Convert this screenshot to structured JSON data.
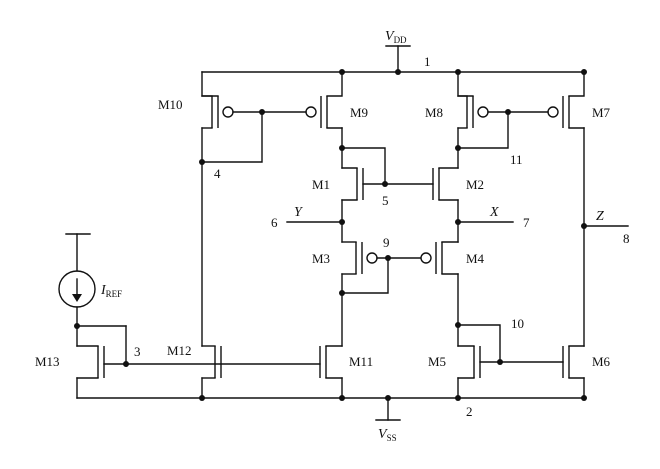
{
  "supplies": {
    "vdd": {
      "main": "V",
      "sub": "DD"
    },
    "vss": {
      "main": "V",
      "sub": "SS"
    },
    "iref": {
      "main": "I",
      "sub": "REF"
    }
  },
  "transistors": [
    "M1",
    "M2",
    "M3",
    "M4",
    "M5",
    "M6",
    "M7",
    "M8",
    "M9",
    "M10",
    "M11",
    "M12",
    "M13"
  ],
  "nodes": [
    "1",
    "2",
    "3",
    "4",
    "5",
    "6",
    "7",
    "8",
    "9",
    "10",
    "11"
  ],
  "signals": {
    "y": "Y",
    "x": "X",
    "z": "Z"
  }
}
